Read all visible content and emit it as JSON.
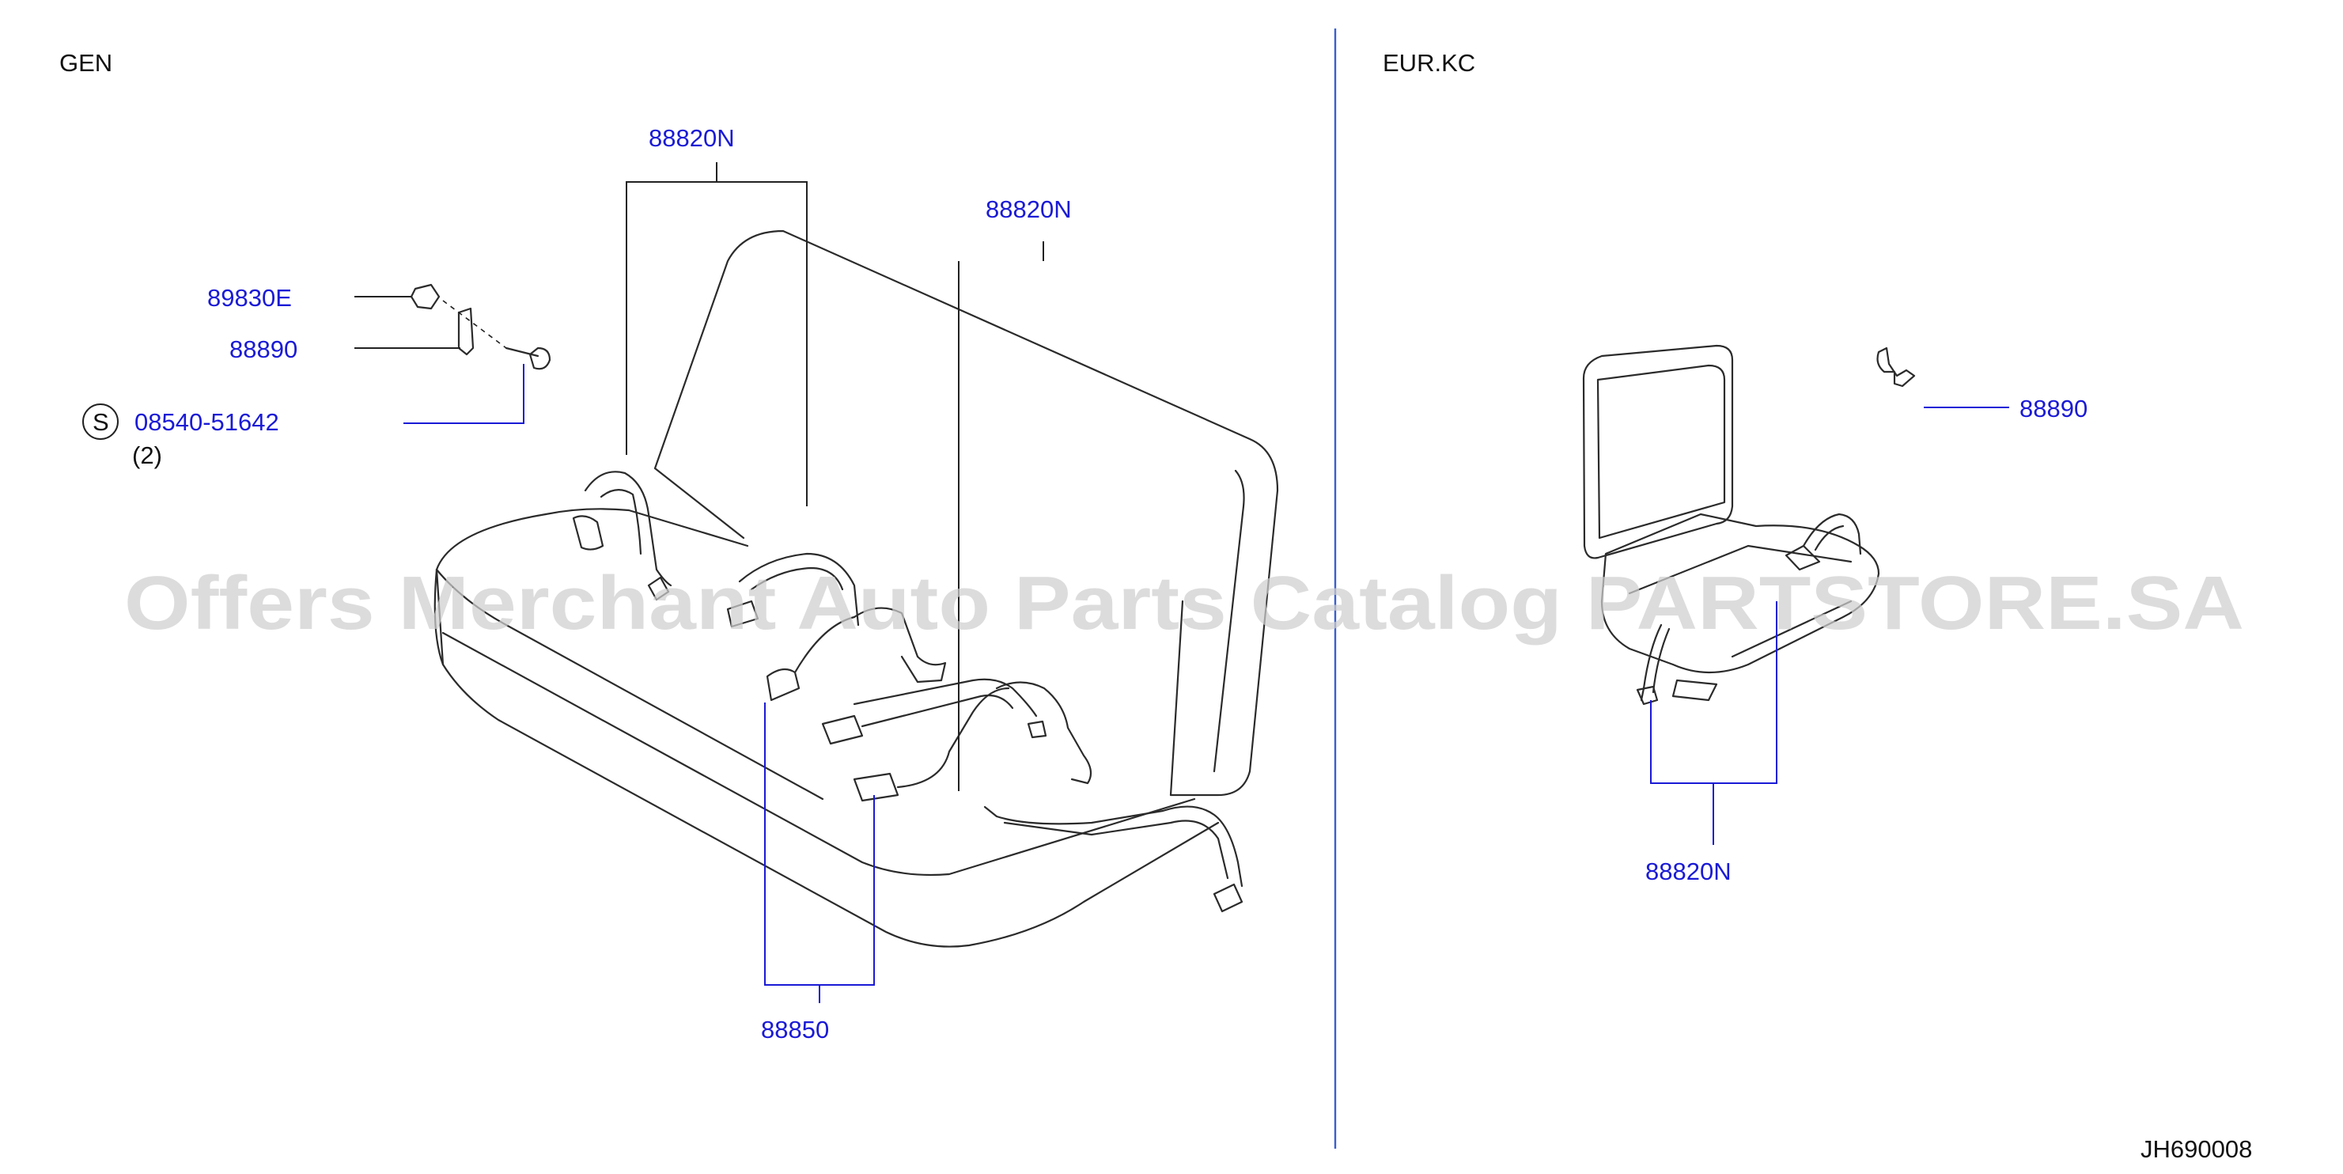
{
  "regions": {
    "left": "GEN",
    "right": "EUR.KC"
  },
  "callouts": {
    "gen_88820n_a": "88820N",
    "gen_88820n_b": "88820N",
    "gen_89830e": "89830E",
    "gen_88890": "88890",
    "gen_bolt": "08540-51642",
    "gen_bolt_qty": "(2)",
    "gen_bolt_prefix": "S",
    "gen_88850": "88850",
    "eur_88890": "88890",
    "eur_88820n": "88820N"
  },
  "drawing_code": "JH690008",
  "watermark": "Offers Merchant Auto Parts Catalog PARTSTORE.SA",
  "colors": {
    "callout_text": "#1a1ad6",
    "divider": "#3a5fcd",
    "line_art": "#2b2b2b",
    "watermark": "#cfcfcf"
  }
}
